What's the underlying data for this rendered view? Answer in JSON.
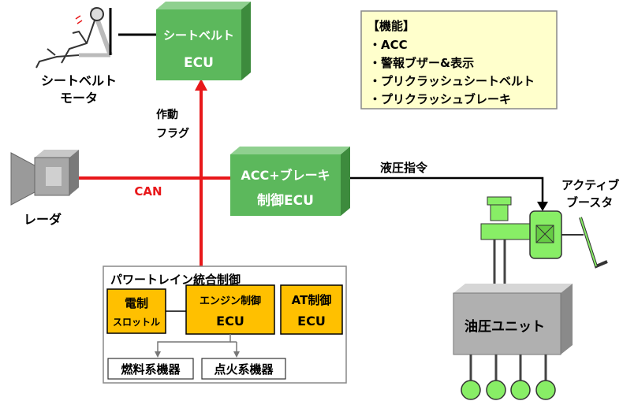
{
  "seatbelt_ecu": {
    "line1": "シートベルト",
    "line2": "ECU"
  },
  "seatbelt_motor": {
    "line1": "シートベルト",
    "line2": "モータ"
  },
  "function_box": {
    "title": "【機能】",
    "items": [
      "・ACC",
      "・警報ブザー&表示",
      "・プリクラッシュシートベルト",
      "・プリクラッシュブレーキ"
    ]
  },
  "flag_label": {
    "line1": "作動",
    "line2": "フラグ"
  },
  "acc_ecu": {
    "line1": "ACC+ブレーキ",
    "line2": "制御ECU"
  },
  "can_label": "CAN",
  "radar_label": "レーダ",
  "hydraulic_cmd_label": "液圧指令",
  "active_booster": {
    "line1": "アクティブ",
    "line2": "ブースタ"
  },
  "powertrain": {
    "title": "パワートレイン統合制御",
    "throttle": {
      "line1": "電制",
      "line2": "スロットル"
    },
    "engine_ecu": {
      "line1": "エンジン制御",
      "line2": "ECU"
    },
    "at_ecu": {
      "line1": "AT制御",
      "line2": "ECU"
    },
    "fuel_devices": "燃料系機器",
    "ignition_devices": "点火系機器"
  },
  "hydraulic_unit": "油圧ユニット",
  "colors": {
    "ecu_green": "#5cb85c",
    "ecu_green_dark": "#3d8b3d",
    "ecu_green_light": "#8fd08f",
    "can_red": "#e8181a",
    "function_fill": "#ffffcc",
    "pt_orange": "#ffc000",
    "booster_green": "#88ee66"
  }
}
